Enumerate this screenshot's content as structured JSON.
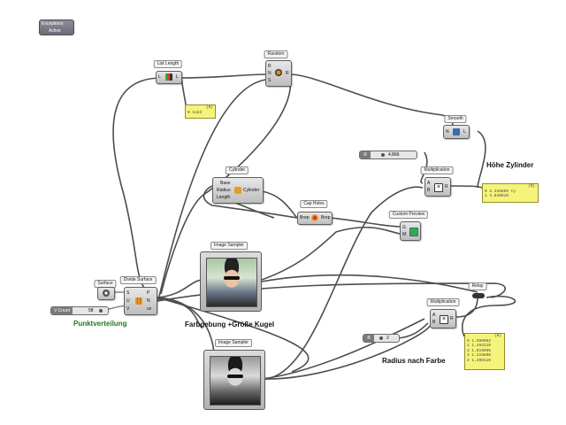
{
  "excepted": {
    "title": "Exceptions",
    "state": "Active"
  },
  "list_length": {
    "title": "List Length",
    "in": "L",
    "out": "L"
  },
  "random": {
    "title": "Random",
    "ports_in": [
      "R",
      "N",
      "S"
    ],
    "out": "R"
  },
  "panel_count": {
    "header": "{0}",
    "rows": [
      "0  1183"
    ]
  },
  "smooth": {
    "title": "Smooth"
  },
  "slider_height": {
    "tag": "R",
    "value": "4.866"
  },
  "panel_height": {
    "header": "{0}",
    "rows": [
      "0  2.326859 ty",
      "1  4.846919"
    ]
  },
  "label_height": "Höhe Zylinder",
  "multiplication_top": {
    "title": "Multiplication",
    "in": [
      "A",
      "B"
    ],
    "out": "R"
  },
  "cylinder": {
    "title": "Cylinder",
    "ports_in": [
      "Base",
      "Radius",
      "Length"
    ],
    "out": "Cylinder"
  },
  "cap_holes": {
    "title": "Cap Holes",
    "in": "Brep",
    "out": "Brep"
  },
  "custom_preview": {
    "title": "Custom Preview",
    "in": [
      "G",
      "M"
    ]
  },
  "image_sampler_top": {
    "title": "Image Sampler"
  },
  "image_sampler_bottom": {
    "title": "Image Sampler"
  },
  "surface": {
    "title": "Surface"
  },
  "divide_surface": {
    "title": "Divide Surface",
    "ports_in": [
      "S",
      "U",
      "V"
    ],
    "ports_out": [
      "P",
      "N",
      "uv"
    ]
  },
  "slider_vcount": {
    "tag": "V Count",
    "value": "58"
  },
  "label_points": "Punktverteilung",
  "label_color": "Farbgebung +Größe Kugel",
  "multiplication_bottom": {
    "title": "Multiplication",
    "in": [
      "A",
      "B"
    ],
    "out": "R"
  },
  "slider_radius": {
    "tag": "B",
    "value": "2"
  },
  "relay": {
    "title": "Relay"
  },
  "panel_radius": {
    "header": "{0}",
    "rows": [
      "0  1.990082",
      "1  1.494119",
      "2  1.815896",
      "3  1.215896",
      "4  1.298119"
    ]
  },
  "label_radius": "Radius nach Farbe"
}
